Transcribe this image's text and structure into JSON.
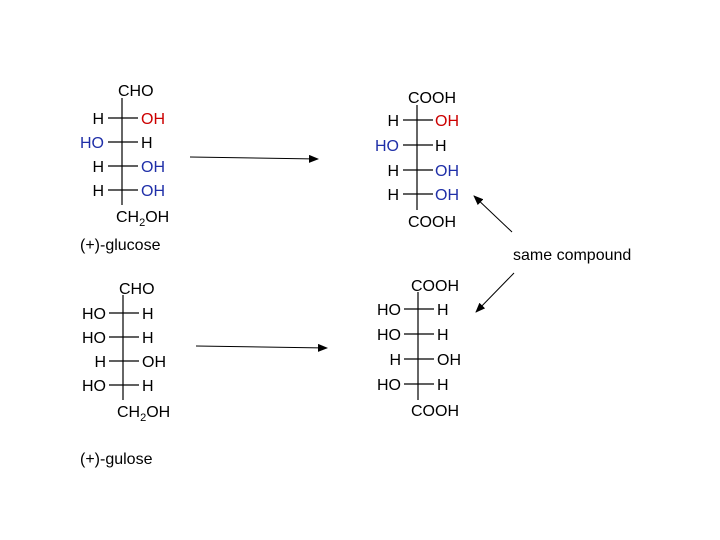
{
  "colors": {
    "ink": "#000000",
    "red": "#cc0000",
    "blue": "#1f2fa8"
  },
  "glucose": {
    "top": "CHO",
    "row1_left": "H",
    "row1_right": "OH",
    "row2_left": "HO",
    "row2_right": "H",
    "row3_left": "H",
    "row3_right": "OH",
    "row4_left": "H",
    "row4_right": "OH",
    "bottom_main": "CH",
    "bottom_sub": "2",
    "bottom_tail": "OH",
    "name": "(+)-glucose"
  },
  "glucaric_acid": {
    "top": "COOH",
    "row1_left": "H",
    "row1_right": "OH",
    "row2_left": "HO",
    "row2_right": "H",
    "row3_left": "H",
    "row3_right": "OH",
    "row4_left": "H",
    "row4_right": "OH",
    "bottom": "COOH"
  },
  "same_compound_label": "same compound",
  "gulose": {
    "top": "CHO",
    "row1_left": "HO",
    "row1_right": "H",
    "row2_left": "HO",
    "row2_right": "H",
    "row3_left": "H",
    "row3_right": "OH",
    "row4_left": "HO",
    "row4_right": "H",
    "bottom_main": "CH",
    "bottom_sub": "2",
    "bottom_tail": "OH",
    "name": "(+)-gulose"
  },
  "gulose_acid": {
    "top": "COOH",
    "row1_left": "HO",
    "row1_right": "H",
    "row2_left": "HO",
    "row2_right": "H",
    "row3_left": "H",
    "row3_right": "OH",
    "row4_left": "HO",
    "row4_right": "H",
    "bottom": "COOH"
  }
}
